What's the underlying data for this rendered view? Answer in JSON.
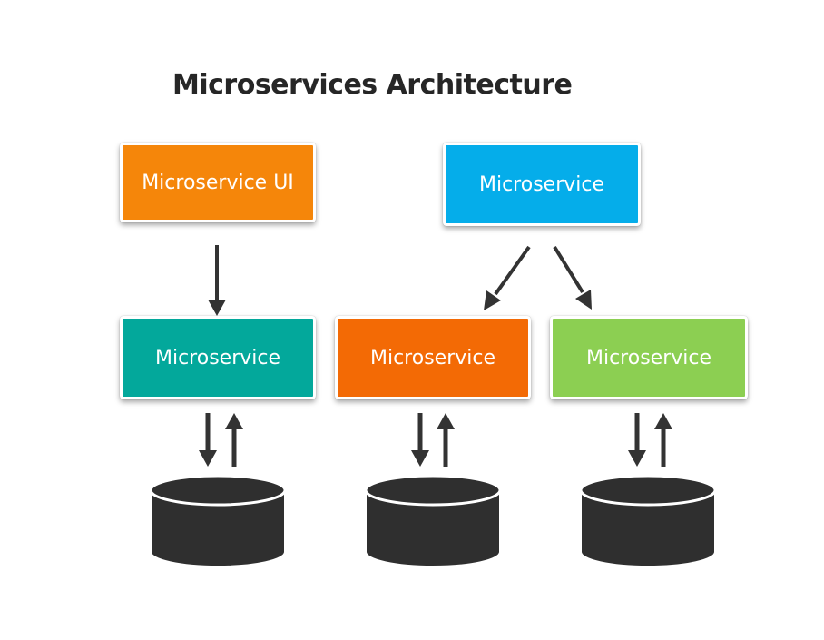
{
  "title": "Microservices Architecture",
  "colors": {
    "ui_orange": "#f5860a",
    "blue": "#05adea",
    "teal": "#03a89b",
    "orange": "#f36a05",
    "green": "#8ccf52",
    "arrow": "#333333",
    "database": "#2f2f2f"
  },
  "nodes": {
    "microservice_ui": {
      "label": "Microservice UI"
    },
    "microservice_top": {
      "label": "Microservice"
    },
    "microservice_teal": {
      "label": "Microservice"
    },
    "microservice_orange": {
      "label": "Microservice"
    },
    "microservice_green": {
      "label": "Microservice"
    }
  }
}
